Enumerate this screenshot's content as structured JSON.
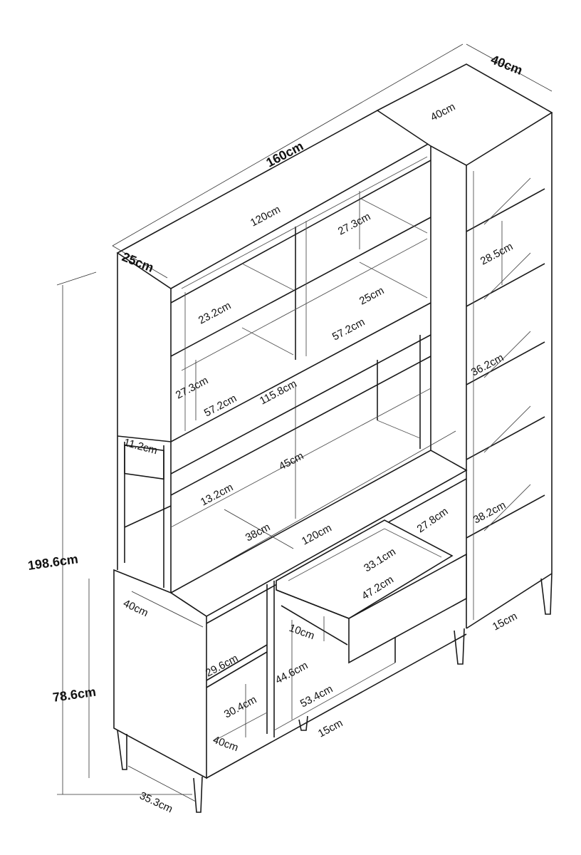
{
  "diagram": {
    "subject": "bookcase-desk-unit",
    "overall": {
      "width": "160cm",
      "height": "198.6cm",
      "tower_depth": "40cm",
      "hutch_depth": "25cm",
      "lower_height": "78.6cm"
    },
    "labels": {
      "tower_top_depth": "40cm",
      "hutch_width": "120cm",
      "hutch_upper_shelf_height": "27.3cm",
      "tower_shelf_1": "28.5cm",
      "hutch_left_shelf_height": "23.2cm",
      "hutch_right_depth": "25cm",
      "hutch_right_shelf_width": "57.2cm",
      "hutch_left_lower_height": "27.3cm",
      "hutch_left_shelf_width": "57.2cm",
      "desk_opening_width": "115.8cm",
      "tower_shelf_2": "36.2cm",
      "side_cubby_height": "11.2cm",
      "desk_clearance": "45cm",
      "back_shelf_height": "13.2cm",
      "drawer_bay_height": "27.8cm",
      "tower_shelf_3": "38.2cm",
      "desk_depth": "38cm",
      "desk_width": "120cm",
      "drawer_inner_depth": "33.1cm",
      "drawer_inner_width": "47.2cm",
      "lower_cabinet_depth": "40cm",
      "drawer_height": "10cm",
      "tower_leg_height": "15cm",
      "cabinet_shelf_depth": "29.6cm",
      "knee_height": "44.6cm",
      "knee_width": "53.4cm",
      "cabinet_shelf_height": "30.4cm",
      "leg_height": "15cm",
      "cabinet_inner_depth": "40cm",
      "cabinet_width": "35.3cm"
    }
  }
}
